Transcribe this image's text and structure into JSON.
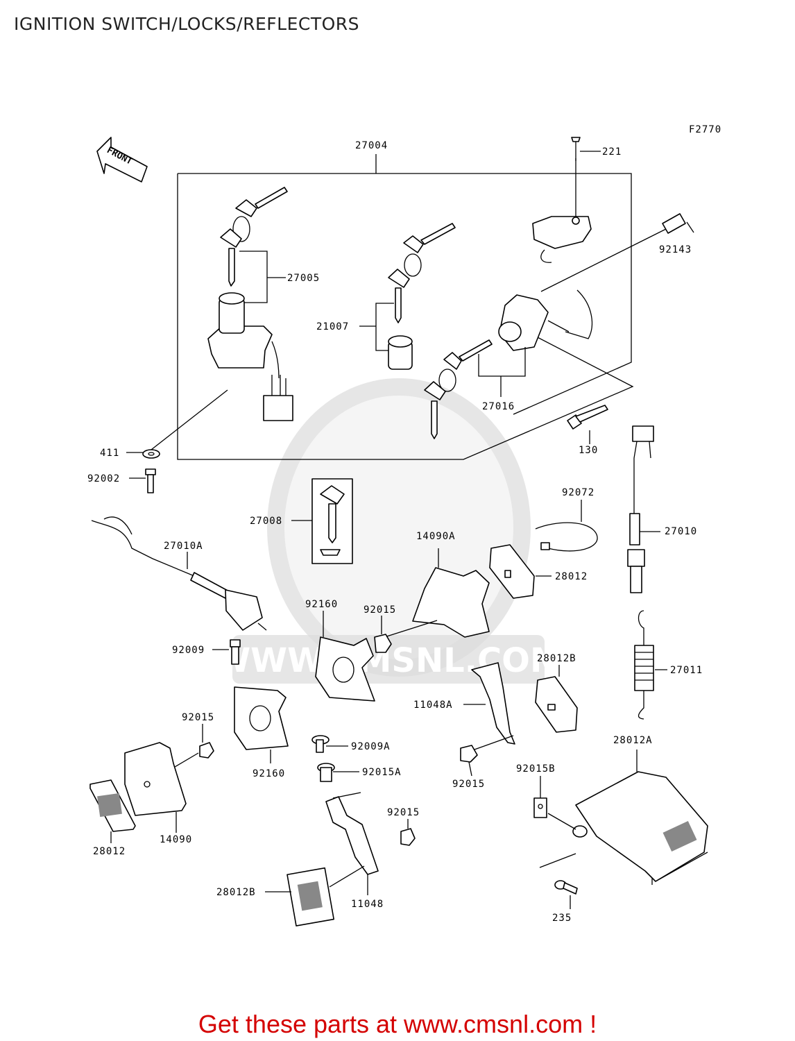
{
  "page": {
    "title": "IGNITION SWITCH/LOCKS/REFLECTORS",
    "figure_code": "F2770",
    "front_arrow_text": "FRONT",
    "watermark_text": "WWW.CMSNL.COM",
    "footer_text": "Get these parts at www.cmsnl.com !"
  },
  "callouts": {
    "c_27004": "27004",
    "c_221": "221",
    "c_92143": "92143",
    "c_27005": "27005",
    "c_21007": "21007",
    "c_27016": "27016",
    "c_411": "411",
    "c_130": "130",
    "c_92002": "92002",
    "c_27008": "27008",
    "c_92072": "92072",
    "c_27010": "27010",
    "c_27010A": "27010A",
    "c_14090A": "14090A",
    "c_28012_a": "28012",
    "c_92160_a": "92160",
    "c_92015_a": "92015",
    "c_92009": "92009",
    "c_28012B_a": "28012B",
    "c_27011": "27011",
    "c_11048A": "11048A",
    "c_92015_b": "92015",
    "c_92009A": "92009A",
    "c_92015A": "92015A",
    "c_92160_b": "92160",
    "c_92015_c": "92015",
    "c_28012A": "28012A",
    "c_92015B": "92015B",
    "c_92015_d": "92015",
    "c_14090": "14090",
    "c_28012_b": "28012",
    "c_28012B_b": "28012B",
    "c_11048": "11048",
    "c_235": "235"
  }
}
